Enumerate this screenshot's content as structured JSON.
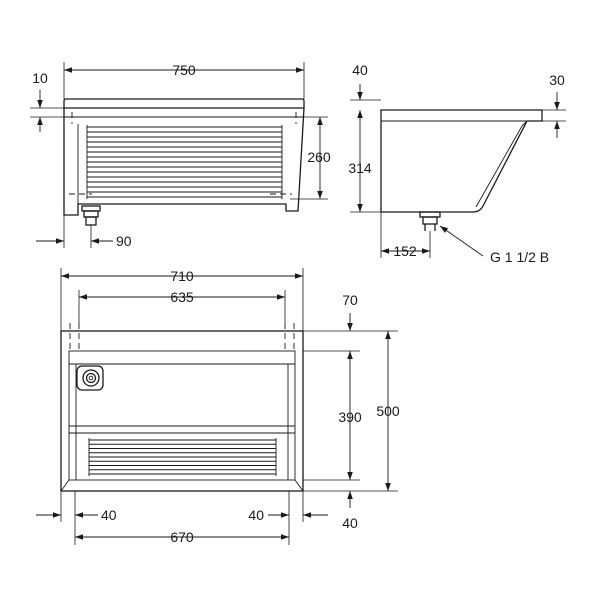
{
  "front_view": {
    "width_label": "750",
    "rim_label": "10",
    "grille_height_label": "260",
    "outlet_offset_label": "90"
  },
  "side_view": {
    "back_label": "40",
    "rim_label": "30",
    "depth_label": "314",
    "outlet_label": "152",
    "thread_label": "G 1 1/2 B"
  },
  "top_view": {
    "outer_width_label": "710",
    "inner_width_label": "635",
    "back_label": "70",
    "inner_depth_label": "390",
    "outer_depth_label": "500",
    "left_label": "40",
    "right_label": "40",
    "front_label": "40",
    "base_width_label": "670"
  }
}
